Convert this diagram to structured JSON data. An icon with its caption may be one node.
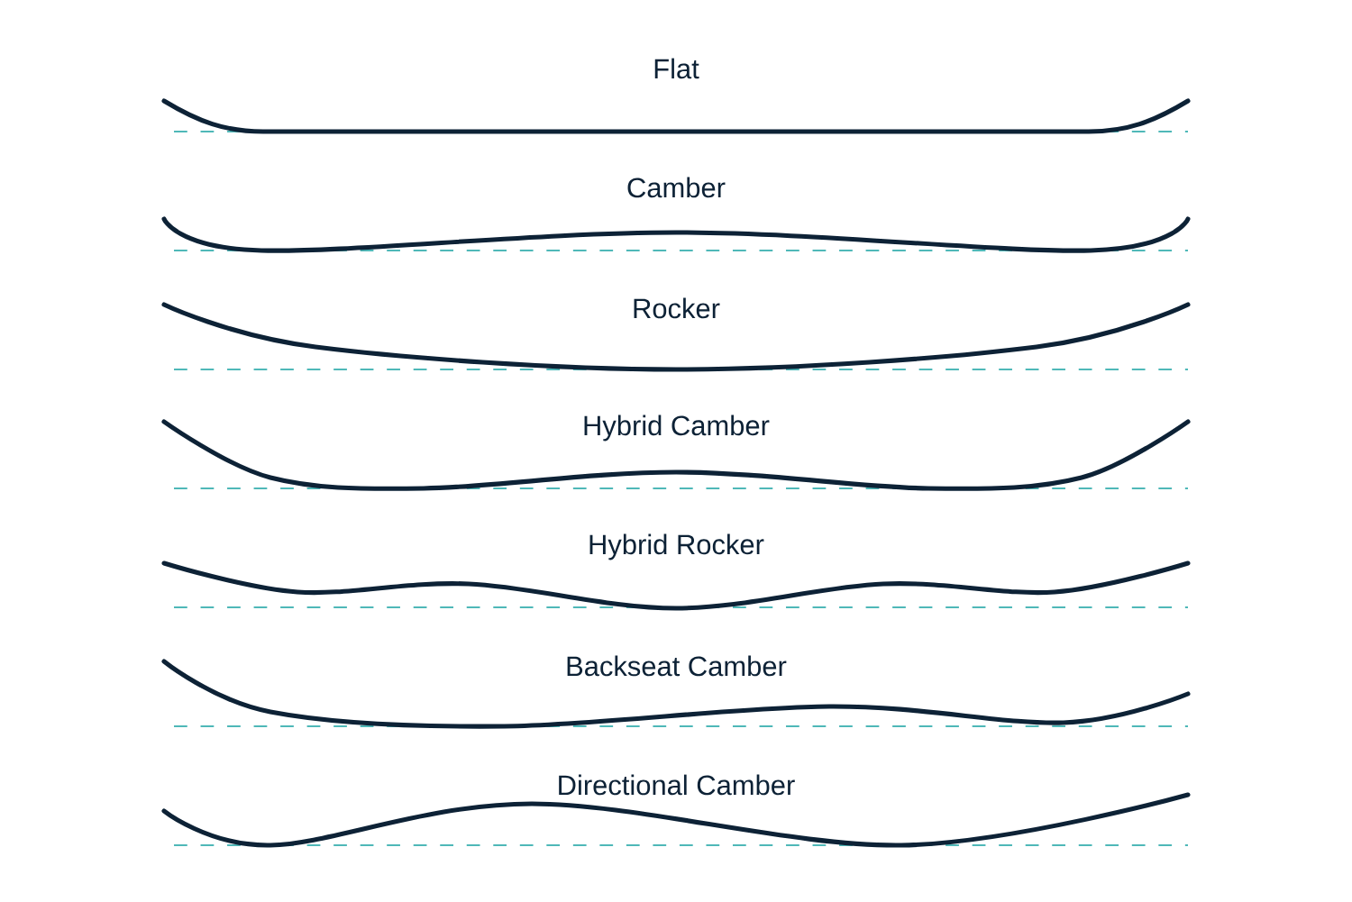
{
  "diagram": {
    "labels": [
      "Flat",
      "Camber",
      "Rocker",
      "Hybrid Camber",
      "Hybrid Rocker",
      "Backseat Camber",
      "Directional Camber"
    ]
  }
}
